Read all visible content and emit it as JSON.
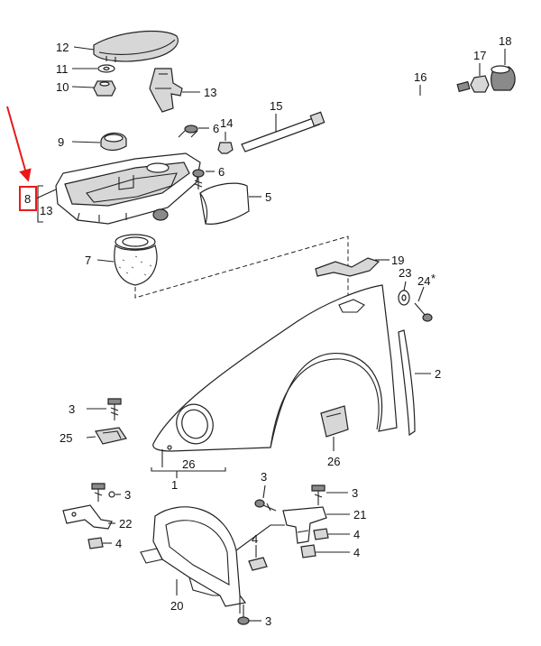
{
  "labels": {
    "l1": "1",
    "l2": "2",
    "l3a": "3",
    "l3b": "3",
    "l3c": "3",
    "l3d": "3",
    "l3e": "3",
    "l4a": "4",
    "l4b": "4",
    "l4c": "4",
    "l4d": "4",
    "l5": "5",
    "l6a": "6",
    "l6b": "6",
    "l7": "7",
    "l8": "8",
    "l9": "9",
    "l10": "10",
    "l11": "11",
    "l12": "12",
    "l13a": "13",
    "l13b": "13",
    "l14": "14",
    "l15": "15",
    "l16": "16",
    "l17": "17",
    "l18": "18",
    "l19": "19",
    "l20": "20",
    "l21": "21",
    "l22": "22",
    "l23": "23",
    "l24": "24",
    "l24mark": "*",
    "l25": "25",
    "l26a": "26",
    "l26b": "26"
  },
  "colors": {
    "highlight": "#e8191b",
    "ink": "#222222",
    "fill": "#d7d7d7"
  }
}
